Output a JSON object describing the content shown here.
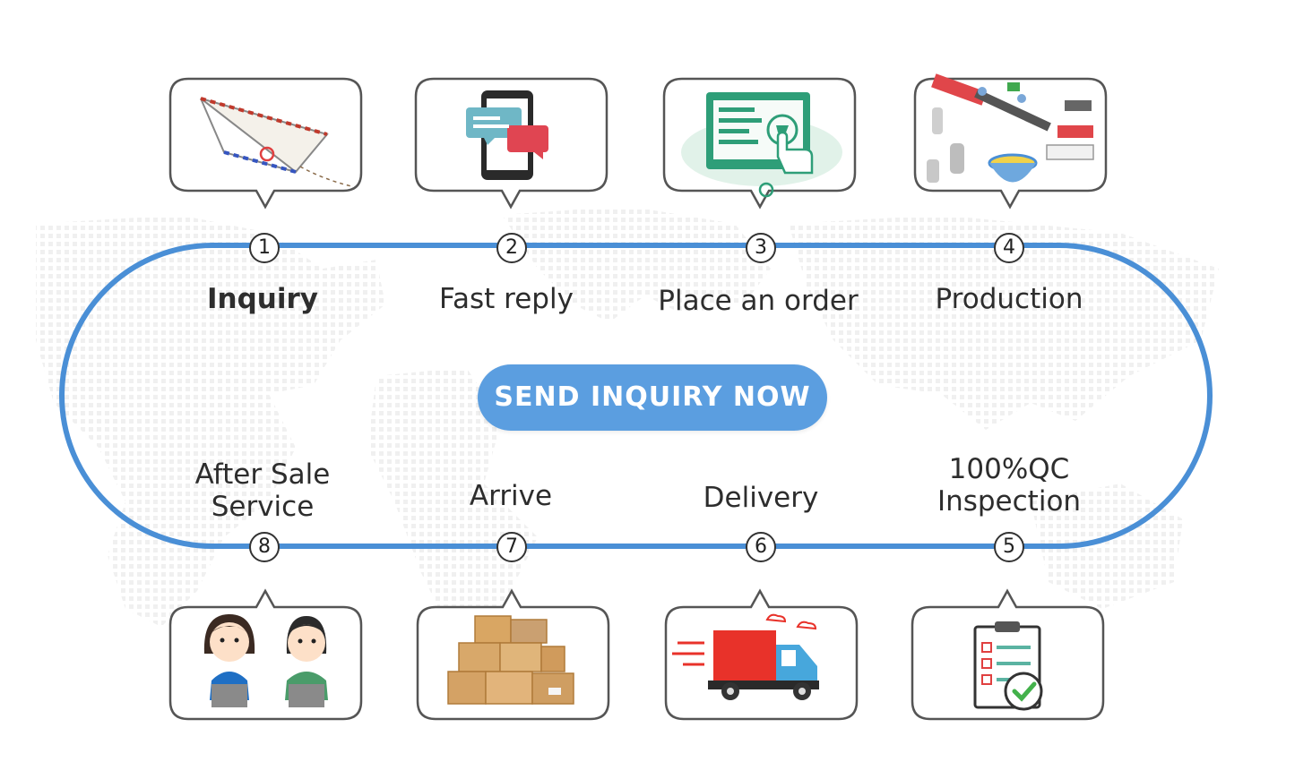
{
  "steps": [
    {
      "num": "1",
      "label": "Inquiry",
      "icon": "paper-plane-envelope-icon"
    },
    {
      "num": "2",
      "label": "Fast reply",
      "icon": "phone-chat-icon"
    },
    {
      "num": "3",
      "label": "Place an order",
      "icon": "online-order-screen-icon"
    },
    {
      "num": "4",
      "label": "Production",
      "icon": "factory-production-line-icon"
    },
    {
      "num": "5",
      "label_line1": "100%QC",
      "label_line2": "Inspection",
      "icon": "qc-checklist-icon"
    },
    {
      "num": "6",
      "label": "Delivery",
      "icon": "delivery-truck-icon"
    },
    {
      "num": "7",
      "label": "Arrive",
      "icon": "cardboard-boxes-icon"
    },
    {
      "num": "8",
      "label_line1": "After Sale",
      "label_line2": "Service",
      "icon": "customer-service-agents-icon"
    }
  ],
  "cta": {
    "label": "SEND INQUIRY NOW"
  },
  "colors": {
    "track": "#4a8fd6",
    "button": "#5b9ee0",
    "bubble_border": "#555555",
    "map_dots": "#e6e6e6"
  }
}
